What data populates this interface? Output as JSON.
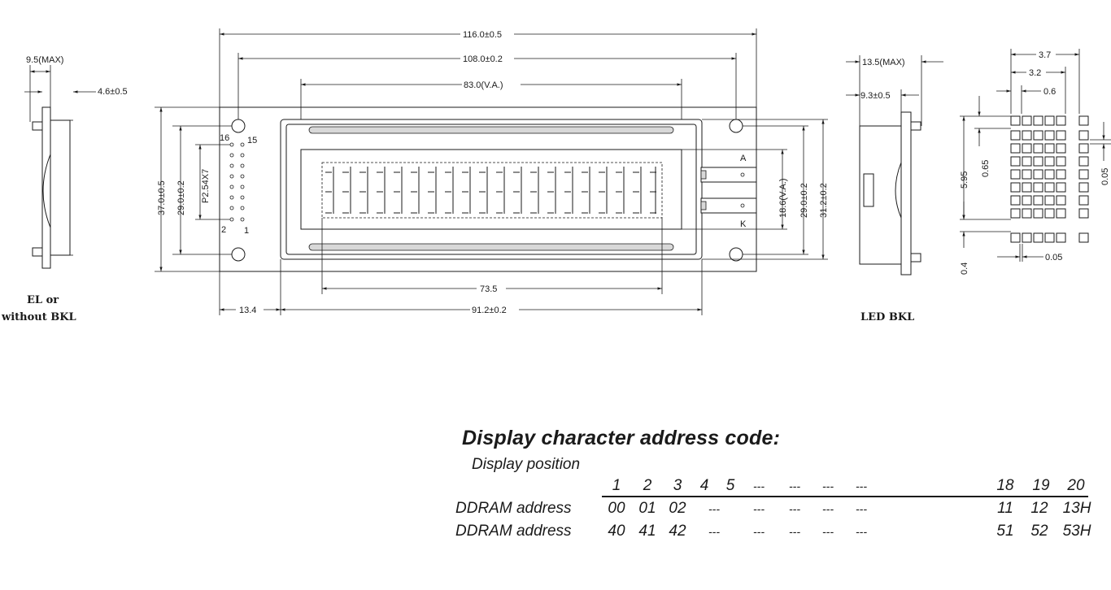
{
  "drawing": {
    "side_el": {
      "dim_top": "9.5(MAX)",
      "dim_right": "4.6±0.5",
      "caption_1": "EL  or",
      "caption_2": "without  BKL"
    },
    "front": {
      "dim_116": "116.0±0.5",
      "dim_108": "108.0±0.2",
      "dim_83": "83.0(V.A.)",
      "dim_37": "37.0±0.5",
      "dim_29l": "29.0±0.2",
      "dim_p254": "P2.54X7",
      "dim_186": "18.6(V.A.)",
      "dim_29r": "29.0±0.2",
      "dim_312": "31.2±0.2",
      "dim_735": "73.5",
      "dim_134": "13.4",
      "dim_912": "91.2±0.2",
      "pin_16": "16",
      "pin_15": "15",
      "pin_2": "2",
      "pin_1": "1",
      "pin_a": "A",
      "pin_k": "K"
    },
    "side_led": {
      "dim_135": "13.5(MAX)",
      "dim_93": "9.3±0.5",
      "caption": "LED  BKL"
    },
    "detail": {
      "dim_37": "3.7",
      "dim_32": "3.2",
      "dim_06": "0.6",
      "dim_595": "5.95",
      "dim_065": "0.65",
      "dim_04": "0.4",
      "dim_005b": "0.05",
      "dim_005r": "0.05"
    }
  },
  "address": {
    "title": "Display character address code:",
    "position_label": "Display position",
    "header": [
      "1",
      "2",
      "3",
      "4",
      "5",
      "---",
      "---",
      "---",
      "---",
      "18",
      "19",
      "20"
    ],
    "rows": [
      {
        "label": "DDRAM address",
        "cells": [
          "00",
          "01",
          "02",
          "---",
          "---",
          "---",
          "---",
          "---",
          "11",
          "12",
          "13H"
        ]
      },
      {
        "label": "DDRAM address",
        "cells": [
          "40",
          "41",
          "42",
          "---",
          "---",
          "---",
          "---",
          "---",
          "51",
          "52",
          "53H"
        ]
      }
    ]
  }
}
